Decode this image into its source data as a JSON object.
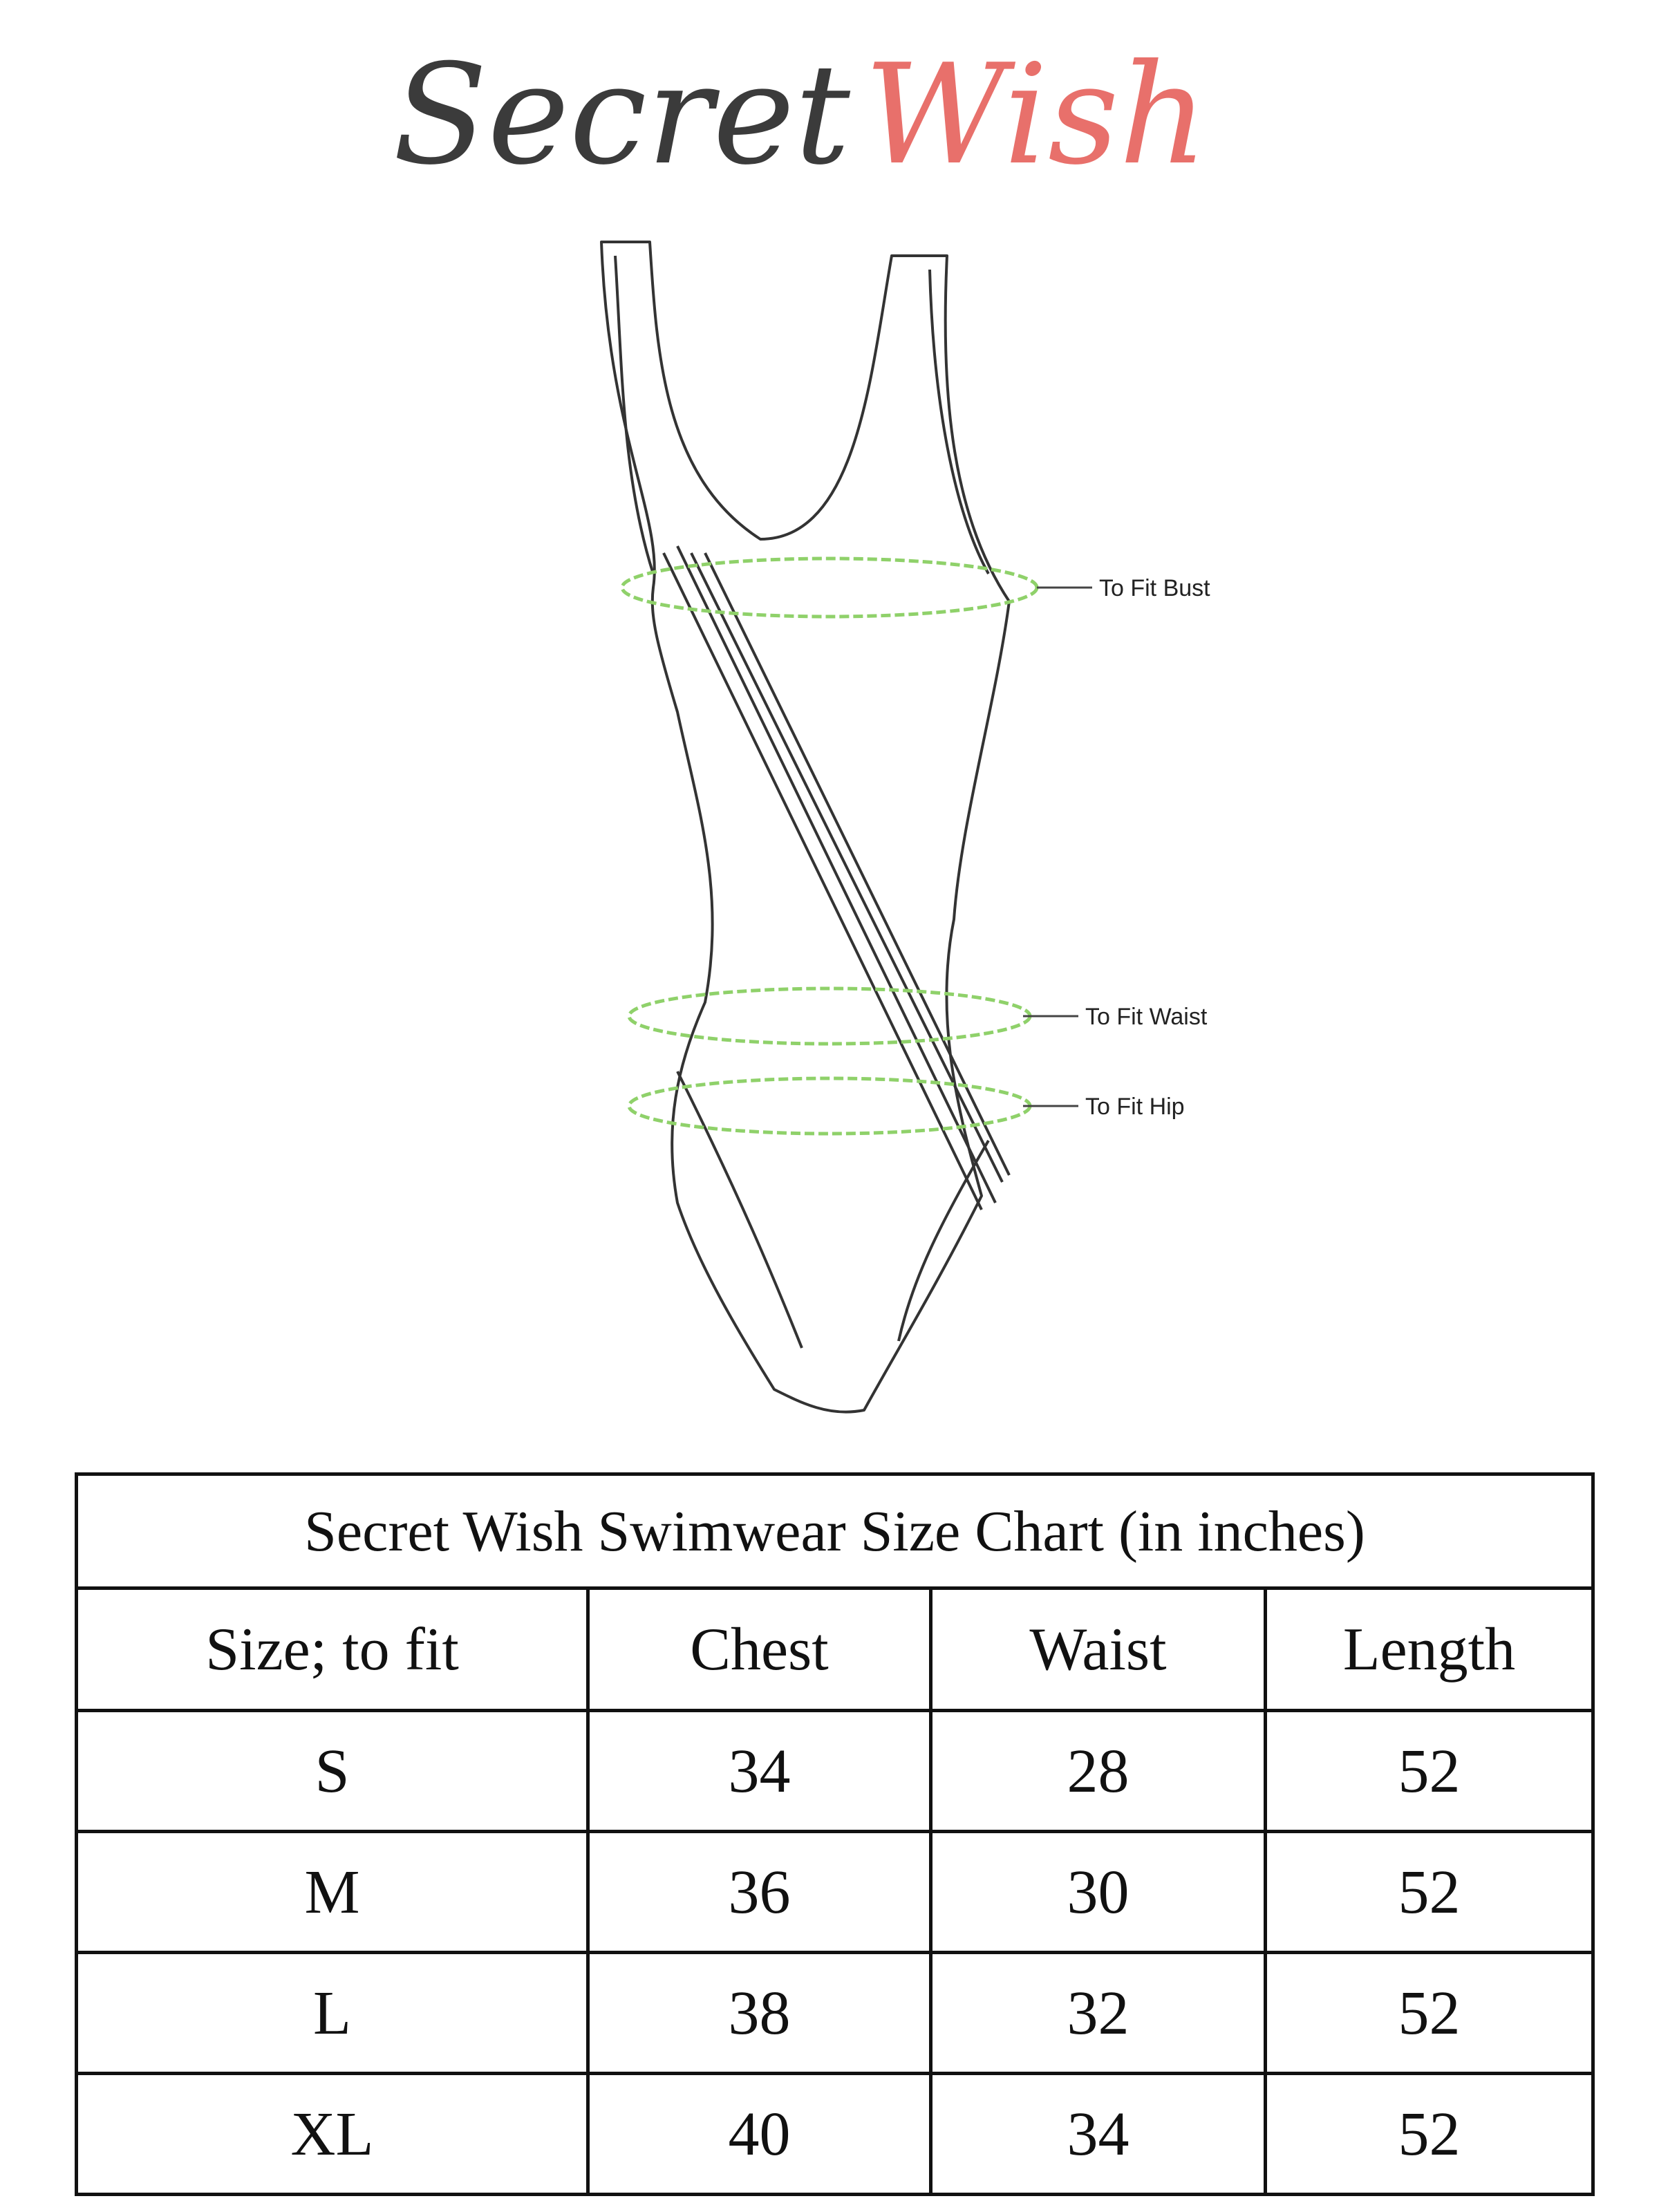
{
  "brand": {
    "word_dark": "Secret",
    "word_accent": "Wish",
    "color_dark": "#3b3b3b",
    "color_accent": "#e8706b"
  },
  "diagram": {
    "labels": {
      "bust": "To Fit Bust",
      "waist": "To Fit Waist",
      "hip": "To Fit Hip"
    },
    "outline_color": "#333333",
    "measure_color": "#8fd16a"
  },
  "table": {
    "title": "Secret Wish Swimwear Size Chart (in inches)",
    "headers": [
      "Size; to fit",
      "Chest",
      "Waist",
      "Length"
    ],
    "rows": [
      [
        "S",
        "34",
        "28",
        "52"
      ],
      [
        "M",
        "36",
        "30",
        "52"
      ],
      [
        "L",
        "38",
        "32",
        "52"
      ],
      [
        "XL",
        "40",
        "34",
        "52"
      ]
    ]
  }
}
